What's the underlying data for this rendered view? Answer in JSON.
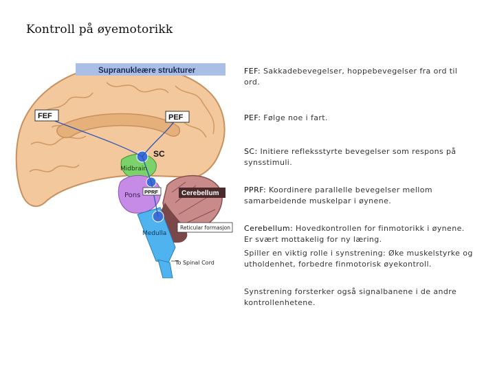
{
  "slide": {
    "title": "Kontroll på øyemotorikk"
  },
  "figure": {
    "banner": "Supranukleære strukturer",
    "labels": {
      "fef": "FEF",
      "pef": "PEF",
      "sc": "SC",
      "midbrain": "Midbrain",
      "pons": "Pons",
      "pprf": "PPRF",
      "cerebellum": "Cerebellum",
      "medulla": "Medulla",
      "reticular": "Reticular formasjon",
      "spinal": "To Spinal Cord"
    },
    "colors": {
      "midbrain": "#7bd26a",
      "pons": "#c58be6",
      "medulla": "#4fb3ef",
      "cerebellum": "#c98a8a",
      "node": "#3d6fd8",
      "banner": "#a9bfe6"
    }
  },
  "notes": [
    {
      "key": "FEF:",
      "text": " Sakkadebevegelser, hoppebevegelser fra ord til ord."
    },
    {
      "key": "PEF:",
      "text": " Følge noe i fart."
    },
    {
      "key": "SC:",
      "text": " Initiere refleksstyrte bevegelser som respons på synsstimuli."
    },
    {
      "key": "PPRF:",
      "text": " Koordinere parallelle bevegelser mellom samarbeidende muskelpar i øynene."
    },
    {
      "key": "Cerebellum:",
      "text": " Hovedkontrollen for finmotorikk i øynene. Er svært mottakelig for ny læring."
    },
    {
      "key": "",
      "text": "Spiller en viktig rolle i synstrening: Øke muskelstyrke og utholdenhet, forbedre finmotorisk øyekontroll."
    },
    {
      "key": "",
      "text": "Synstrening forsterker også signalbanene i de andre kontrollenhetene."
    }
  ]
}
